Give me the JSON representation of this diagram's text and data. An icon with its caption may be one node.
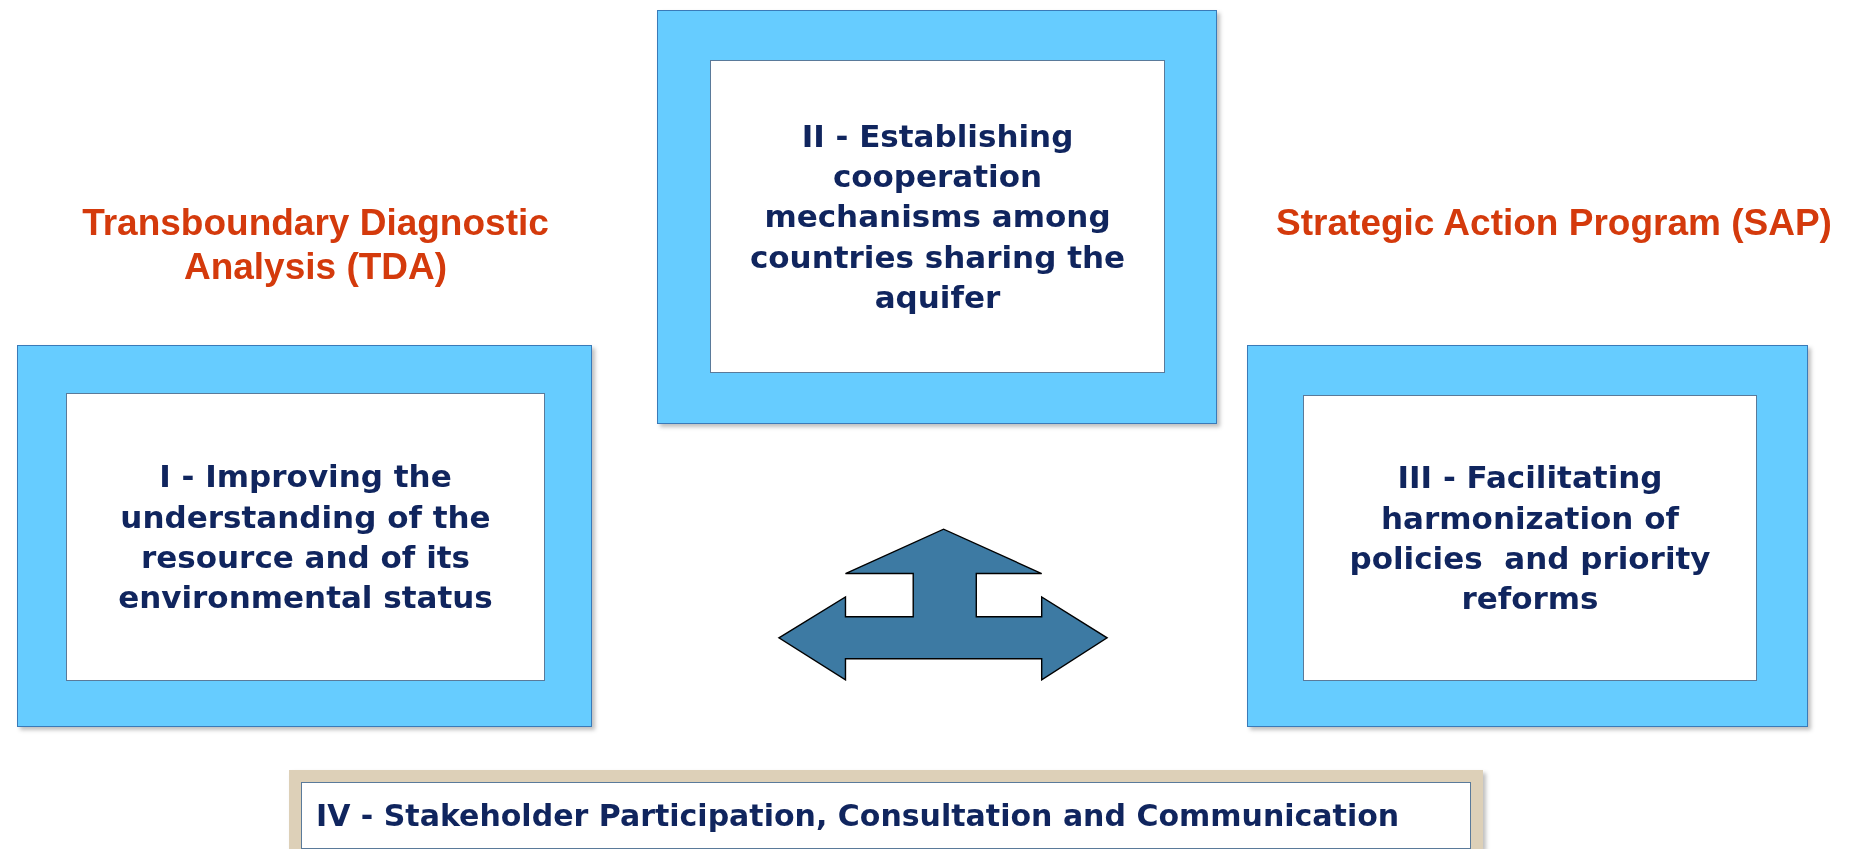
{
  "diagram": {
    "nodes": [
      {
        "text": [
          "Transboundary Diagnostic Analysis (TDA)",
          "I - Improving the understanding of the resource and of its environmental status"
        ]
      },
      {
        "text": [
          "II - Establishing cooperation mechanisms among countries sharing the aquifer"
        ]
      },
      {
        "text": [
          "Strategic Action Program (SAP)",
          "III - Facilitating harmonization of policies  and priority reforms"
        ]
      },
      {
        "text": [
          "IV - Stakeholder Participation, Consultation and Communication"
        ]
      },
      {
        "text": [],
        "shape": "arrow"
      }
    ],
    "edges": []
  }
}
